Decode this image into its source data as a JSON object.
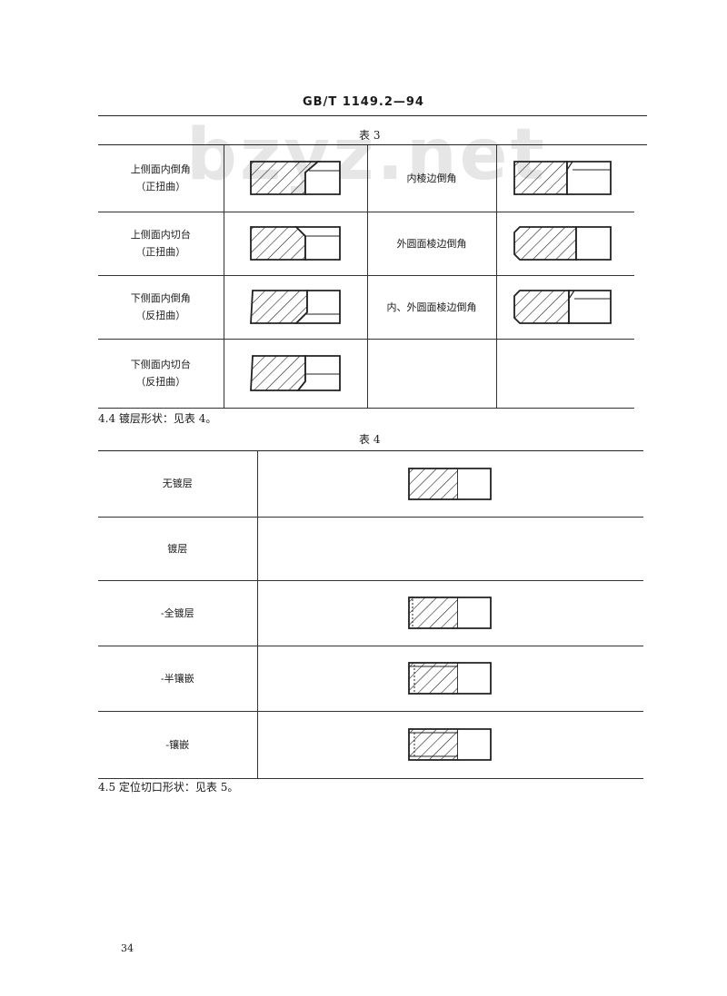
{
  "header": {
    "code": "GB/T 1149.2—94"
  },
  "watermark": "bzyz.net",
  "table3": {
    "caption": "表 3",
    "rows": [
      {
        "left": {
          "line1": "上侧面内倒角",
          "line2": "（正扭曲）"
        },
        "right": {
          "line1": "内棱边倒角",
          "line2": ""
        }
      },
      {
        "left": {
          "line1": "上侧面内切台",
          "line2": "（正扭曲）"
        },
        "right": {
          "line1": "外圆面棱边倒角",
          "line2": ""
        }
      },
      {
        "left": {
          "line1": "下侧面内倒角",
          "line2": "（反扭曲）"
        },
        "right": {
          "line1": "内、外圆面棱边倒角",
          "line2": ""
        }
      },
      {
        "left": {
          "line1": "下侧面内切台",
          "line2": "（反扭曲）"
        },
        "right": {
          "line1": "",
          "line2": ""
        }
      }
    ]
  },
  "section44": "4.4   镀层形状：见表 4。",
  "table4": {
    "caption": "表 4",
    "rows": [
      {
        "label": "无镀层"
      },
      {
        "label": "镀层"
      },
      {
        "label": "-全镀层"
      },
      {
        "label": "-半镶嵌"
      },
      {
        "label": "-镶嵌"
      }
    ]
  },
  "section45": "4.5   定位切口形状：见表 5。",
  "page_number": "34"
}
